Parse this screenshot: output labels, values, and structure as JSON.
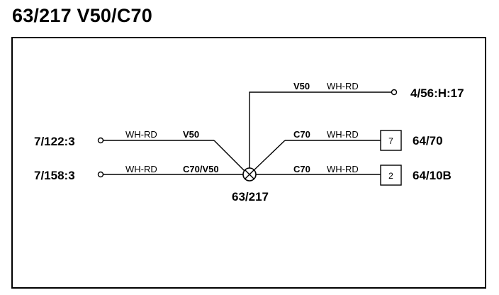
{
  "title": "63/217 V50/C70",
  "splice": {
    "label": "63/217"
  },
  "left_connections": [
    {
      "endpoint": "7/122:3",
      "wire_color": "WH-RD",
      "model": "V50"
    },
    {
      "endpoint": "7/158:3",
      "wire_color": "WH-RD",
      "model": "C70/V50"
    }
  ],
  "right_connections": [
    {
      "model": "V50",
      "wire_color": "WH-RD",
      "endpoint": "4/56:H:17"
    },
    {
      "model": "C70",
      "wire_color": "WH-RD",
      "pin": "7",
      "endpoint": "64/70"
    },
    {
      "model": "C70",
      "wire_color": "WH-RD",
      "pin": "2",
      "endpoint": "64/10B"
    }
  ]
}
